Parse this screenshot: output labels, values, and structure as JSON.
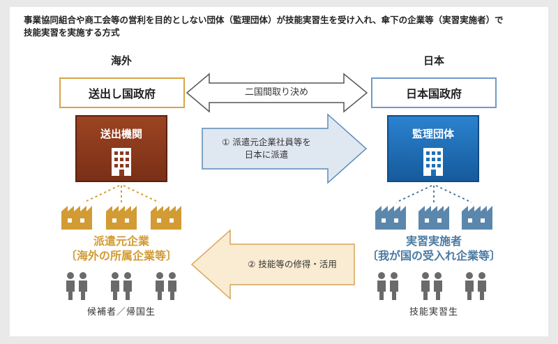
{
  "intro": {
    "line1": "事業協同組合や商工会等の営利を目的としない団体（監理団体）が技能実習生を受け入れ、傘下の企業等（実習実施者）で",
    "line2": "技能実習を実施する方式"
  },
  "columns": {
    "left": "海外",
    "right": "日本"
  },
  "left_gov": "送出し国政府",
  "right_gov": "日本国政府",
  "agreement": "二国間取り決め",
  "left_org": "送出機関",
  "right_org": "監理団体",
  "flow1": {
    "line1": "① 派遣元企業社員等を",
    "line2": "日本に派遣"
  },
  "flow2": "② 技能等の修得・活用",
  "left_companies": {
    "line1": "派遣元企業",
    "line2": "〔海外の所属企業等〕"
  },
  "right_companies": {
    "line1": "実習実施者",
    "line2": "〔我が国の受入れ企業等〕"
  },
  "left_people": "候補者／帰国生",
  "right_people": "技能実習生",
  "colors": {
    "orange": "#d29b33",
    "orange_border": "#d9a441",
    "blue": "#4a7aa3",
    "blue_border": "#6c9bc6",
    "brown_box": "#8b3a1f",
    "blue_box": "#1f6fb8",
    "gray_people": "#6a6a6a"
  }
}
